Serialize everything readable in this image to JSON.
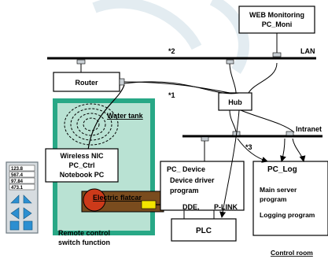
{
  "title": "",
  "nodes": {
    "web_monitoring": {
      "line1": "WEB Monitoring",
      "line2": "PC_Moni"
    },
    "router": {
      "label": "Router"
    },
    "hub": {
      "label": "Hub"
    },
    "water_tank": {
      "label": "Water tank"
    },
    "notebook": {
      "line1": "Wireless NIC",
      "line2": "PC_Ctrl",
      "line3": "Notebook PC"
    },
    "electric_flatcar": {
      "label": "Electric flatcar"
    },
    "pc_device": {
      "title": "PC_ Device",
      "line1": "Device driver",
      "line2": "program"
    },
    "pc_log": {
      "title": "PC_Log",
      "line1": "Main server",
      "line2": "program",
      "line3": "Logging program"
    },
    "plc": {
      "label": "PLC"
    },
    "remote": {
      "line1": "Remote control",
      "line2": "switch function",
      "values": [
        "123.8",
        "567.4",
        "97.84",
        "473.1"
      ]
    }
  },
  "networks": {
    "lan": "LAN",
    "intranet": "Intranet"
  },
  "annotations": {
    "mark1": "*1",
    "mark2": "*2",
    "mark3": "*3",
    "dde": "DDE,",
    "plink": "P-LINK",
    "control_room": "Control room"
  },
  "colors": {
    "tank_border": "#28a886",
    "tank_fill": "#b9e2d3",
    "flatcar": "#7a4c1e",
    "flatcar_label": "#cc0000",
    "remote_arrow": "#2c8fd1",
    "bus": "#000000"
  }
}
